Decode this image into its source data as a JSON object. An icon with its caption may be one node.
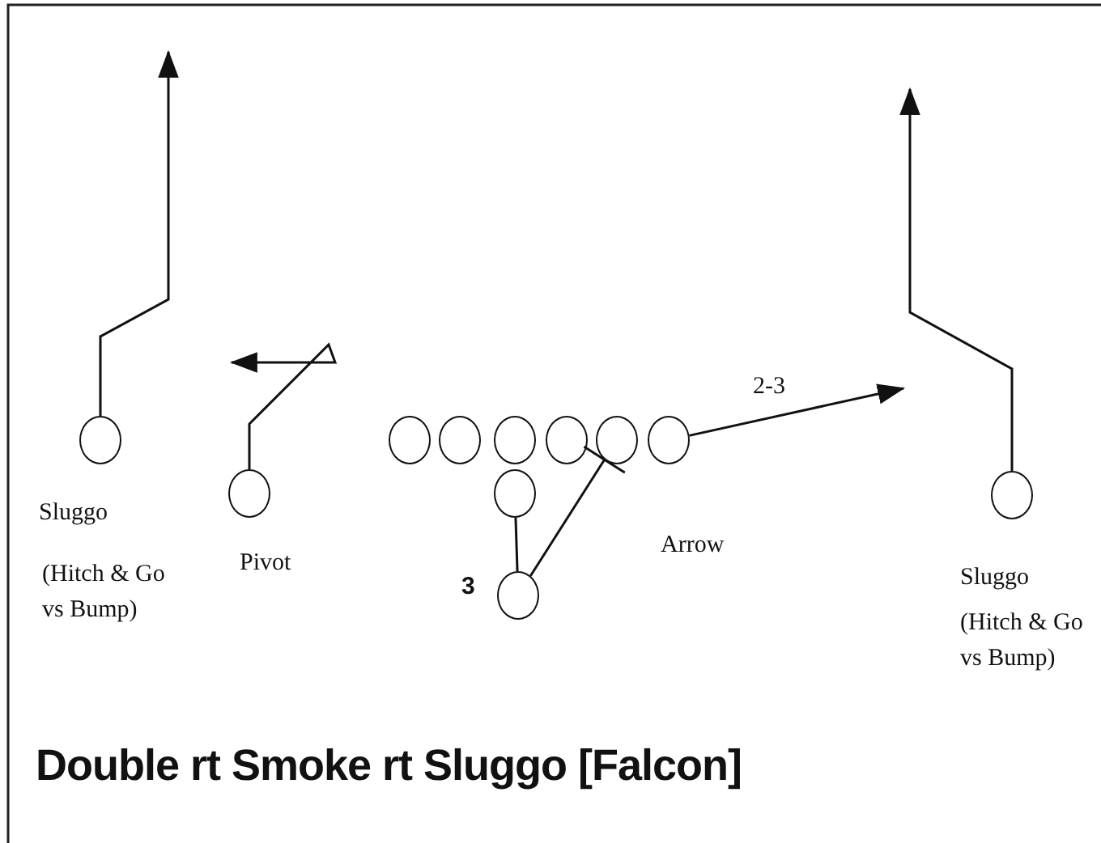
{
  "diagram": {
    "title": "Double rt Smoke rt Sluggo [Falcon]",
    "nodes": [
      {
        "text": [],
        "shape": "circle",
        "beside": [
          "Sluggo",
          "(Hitch & Go vs Bump)"
        ]
      },
      {
        "text": [],
        "shape": "circle",
        "beside": [
          "Pivot"
        ]
      },
      {
        "text": [],
        "shape": "circle"
      },
      {
        "text": [],
        "shape": "circle"
      },
      {
        "text": [],
        "shape": "circle"
      },
      {
        "text": [],
        "shape": "circle"
      },
      {
        "text": [],
        "shape": "circle"
      },
      {
        "text": [],
        "shape": "circle"
      },
      {
        "text": [],
        "shape": "circle"
      },
      {
        "text": [],
        "shape": "circle",
        "beside": [
          "3"
        ]
      },
      {
        "text": [],
        "shape": "circle",
        "beside": [
          "Sluggo",
          "(Hitch & Go vs Bump)"
        ]
      }
    ],
    "edges": [
      {
        "from": 0,
        "to": null,
        "arrow": "to"
      },
      {
        "from": 1,
        "to": null,
        "arrow": "to"
      },
      {
        "from": 9,
        "to": 6,
        "arrow": "other"
      },
      {
        "from": 7,
        "to": null,
        "arrow": "to",
        "label": "2-3"
      },
      {
        "from": 10,
        "to": null,
        "arrow": "to"
      },
      {
        "from": 8,
        "to": 9,
        "arrow": "none"
      }
    ],
    "labels": [
      "Arrow"
    ]
  }
}
